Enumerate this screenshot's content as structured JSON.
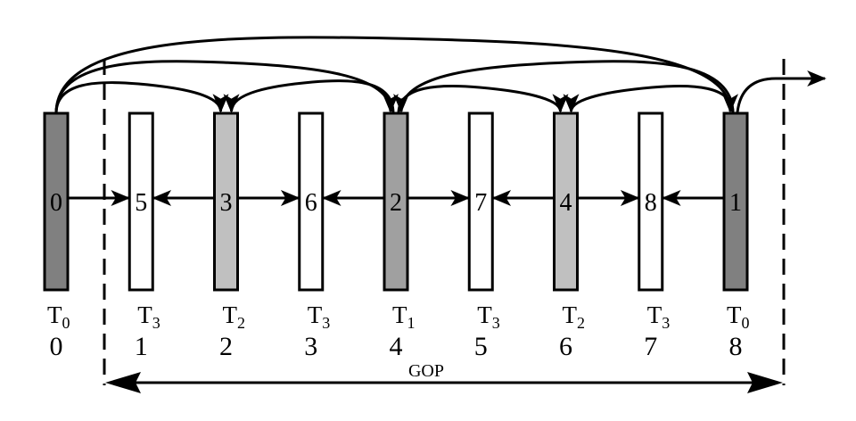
{
  "frames": [
    {
      "label": "0",
      "layer": "T",
      "layer_sub": "0",
      "poc": "0",
      "shade": "#808080"
    },
    {
      "label": "5",
      "layer": "T",
      "layer_sub": "3",
      "poc": "1",
      "shade": "#ffffff"
    },
    {
      "label": "3",
      "layer": "T",
      "layer_sub": "2",
      "poc": "2",
      "shade": "#c0c0c0"
    },
    {
      "label": "6",
      "layer": "T",
      "layer_sub": "3",
      "poc": "3",
      "shade": "#ffffff"
    },
    {
      "label": "2",
      "layer": "T",
      "layer_sub": "1",
      "poc": "4",
      "shade": "#a0a0a0"
    },
    {
      "label": "7",
      "layer": "T",
      "layer_sub": "3",
      "poc": "5",
      "shade": "#ffffff"
    },
    {
      "label": "4",
      "layer": "T",
      "layer_sub": "2",
      "poc": "6",
      "shade": "#c0c0c0"
    },
    {
      "label": "8",
      "layer": "T",
      "layer_sub": "3",
      "poc": "7",
      "shade": "#ffffff"
    },
    {
      "label": "1",
      "layer": "T",
      "layer_sub": "0",
      "poc": "8",
      "shade": "#808080"
    }
  ],
  "gop_label": "GOP",
  "horizontal_refs": [
    [
      0,
      1
    ],
    [
      2,
      1
    ],
    [
      2,
      3
    ],
    [
      4,
      3
    ],
    [
      4,
      5
    ],
    [
      6,
      5
    ],
    [
      6,
      7
    ],
    [
      8,
      7
    ]
  ],
  "arc_refs": [
    [
      0,
      8
    ],
    [
      0,
      4
    ],
    [
      0,
      2
    ],
    [
      4,
      2
    ],
    [
      8,
      4
    ],
    [
      4,
      6
    ],
    [
      8,
      6
    ]
  ]
}
